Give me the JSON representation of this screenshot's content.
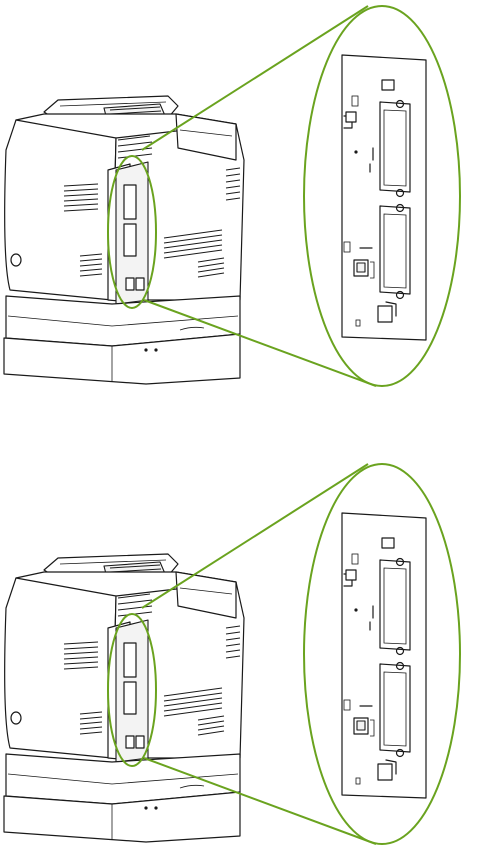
{
  "figure": {
    "panels": [
      {
        "name": "top-illustration"
      },
      {
        "name": "bottom-illustration"
      }
    ],
    "colors": {
      "callout": "#6aa31f",
      "line": "#1a1a1a",
      "panel_fill": "#ffffff"
    },
    "icons": [
      "printer-rear-view",
      "formatter-board-magnified",
      "callout-ellipse"
    ]
  }
}
